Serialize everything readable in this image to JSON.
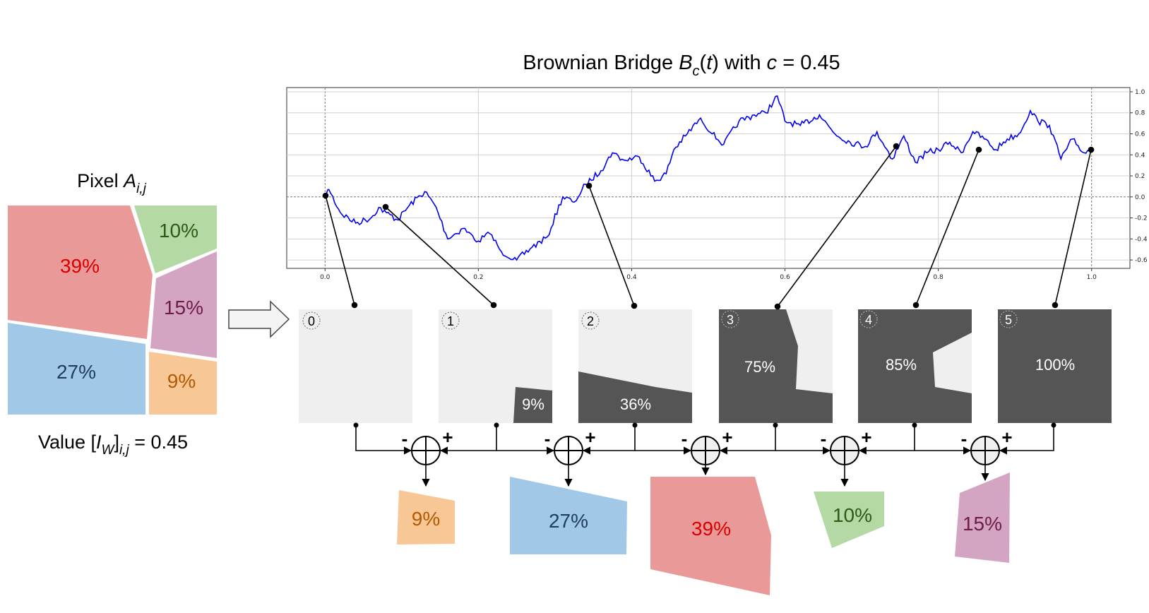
{
  "title": {
    "prefix": "Brownian Bridge ",
    "func": "B",
    "func_sub": "c",
    "arg_open": "(",
    "arg_var": "t",
    "arg_close": ")",
    "mid": " with ",
    "c_var": "c",
    "c_value": " = 0.45"
  },
  "pixel_label": {
    "prefix": "Pixel ",
    "var": "A",
    "sub": "i,j"
  },
  "value_label": {
    "prefix": "Value [",
    "var": "I",
    "var_sub": "W",
    "close": "]",
    "sub": "i,j",
    "value": " = 0.45"
  },
  "regions": {
    "red": "39%",
    "green": "10%",
    "purple": "15%",
    "blue": "27%",
    "orange": "9%"
  },
  "colors": {
    "red_fill": "#e99a98",
    "red_text": "#d80000",
    "green_fill": "#b4d9a5",
    "green_text": "#2e5a17",
    "purple_fill": "#d3a5c3",
    "purple_text": "#6e1c4a",
    "blue_fill": "#a2c8e8",
    "blue_text": "#1f3c63",
    "orange_fill": "#f7c795",
    "orange_text": "#b35a00",
    "dark_fill": "#555555",
    "light_fill": "#efefef",
    "curve": "#0000ee"
  },
  "steps": [
    {
      "index": "0",
      "coverage": ""
    },
    {
      "index": "1",
      "coverage": "9%"
    },
    {
      "index": "2",
      "coverage": "36%"
    },
    {
      "index": "3",
      "coverage": "75%"
    },
    {
      "index": "4",
      "coverage": "85%"
    },
    {
      "index": "5",
      "coverage": "100%"
    }
  ],
  "operators": {
    "minus": "-",
    "plus": "+"
  },
  "chart_data": {
    "type": "line",
    "x_ticks": [
      "0.0",
      "0.2",
      "0.4",
      "0.6",
      "0.8",
      "1.0"
    ],
    "y_ticks": [
      "1.0",
      "0.8",
      "0.6",
      "0.4",
      "0.2",
      "0.0",
      "-0.2",
      "-0.4",
      "-0.6"
    ],
    "xlim": [
      -0.05,
      1.05
    ],
    "ylim": [
      -0.68,
      1.04
    ],
    "grid": true,
    "series": [
      {
        "x": [
          0.0,
          0.005,
          0.02,
          0.04,
          0.06,
          0.07,
          0.08,
          0.095,
          0.11,
          0.13,
          0.145,
          0.16,
          0.18,
          0.2,
          0.215,
          0.23,
          0.25,
          0.27,
          0.29,
          0.31,
          0.325,
          0.34,
          0.36,
          0.375,
          0.39,
          0.41,
          0.43,
          0.445,
          0.455,
          0.47,
          0.49,
          0.505,
          0.52,
          0.54,
          0.56,
          0.575,
          0.59,
          0.6,
          0.62,
          0.645,
          0.665,
          0.685,
          0.705,
          0.72,
          0.74,
          0.755,
          0.77,
          0.785,
          0.8,
          0.815,
          0.83,
          0.845,
          0.86,
          0.875,
          0.89,
          0.905,
          0.92,
          0.93,
          0.945,
          0.96,
          0.975,
          0.99,
          1.0
        ],
        "y": [
          0.0,
          0.07,
          -0.15,
          -0.25,
          -0.2,
          -0.1,
          -0.15,
          -0.22,
          -0.08,
          0.05,
          -0.1,
          -0.4,
          -0.3,
          -0.42,
          -0.35,
          -0.52,
          -0.6,
          -0.48,
          -0.38,
          0.0,
          -0.05,
          0.12,
          0.25,
          0.42,
          0.35,
          0.38,
          0.15,
          0.22,
          0.45,
          0.58,
          0.75,
          0.6,
          0.5,
          0.72,
          0.78,
          0.8,
          0.96,
          0.72,
          0.68,
          0.78,
          0.6,
          0.52,
          0.48,
          0.62,
          0.36,
          0.58,
          0.33,
          0.42,
          0.45,
          0.52,
          0.42,
          0.62,
          0.55,
          0.45,
          0.55,
          0.6,
          0.82,
          0.72,
          0.68,
          0.36,
          0.55,
          0.42,
          0.45
        ]
      }
    ]
  }
}
